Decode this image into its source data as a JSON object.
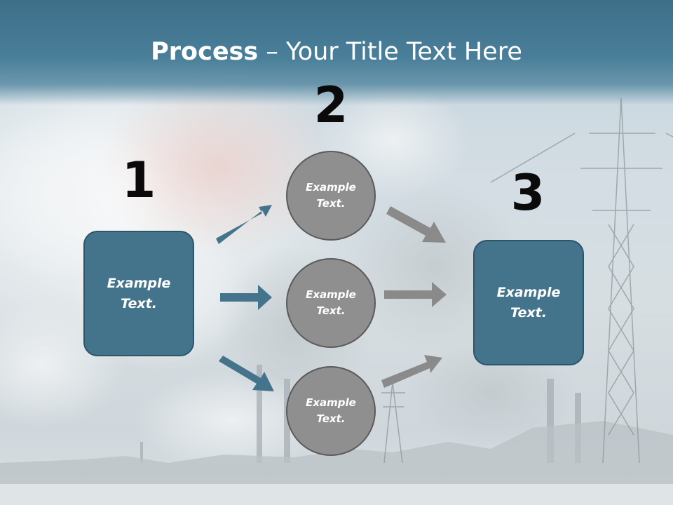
{
  "slide": {
    "title_bold": "Process",
    "title_rest": " – Your Title Text Here",
    "colors": {
      "title_band": "#3d6f89",
      "box_fill": "#44738c",
      "circle_fill": "#8f8f8f",
      "left_arrows": "#44738c",
      "right_arrows": "#8a8a8a"
    }
  },
  "steps": {
    "one": {
      "number": "1",
      "box_text": "Example\nText."
    },
    "two": {
      "number": "2",
      "circles": [
        {
          "text": "Example\nText."
        },
        {
          "text": "Example\nText."
        },
        {
          "text": "Example\nText."
        }
      ]
    },
    "three": {
      "number": "3",
      "box_text": "Example\nText."
    }
  },
  "icons": {
    "arrow_up_right_1": "arrow-up-right-icon",
    "arrow_right_1": "arrow-right-icon",
    "arrow_down_right_1": "arrow-down-right-icon",
    "arrow_down_right_2": "arrow-down-right-icon",
    "arrow_right_2": "arrow-right-icon",
    "arrow_up_right_2": "arrow-up-right-icon"
  }
}
